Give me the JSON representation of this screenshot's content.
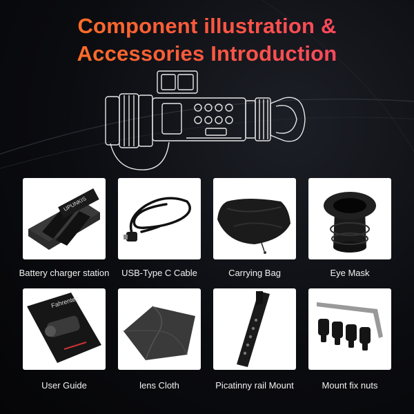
{
  "title": {
    "line1": "Component illustration &",
    "line2": "Accessories Introduction"
  },
  "accessories": [
    {
      "label": "Battery charger station",
      "icon": "battery-charger-icon",
      "brand": "UPUNKIS"
    },
    {
      "label": "USB-Type C Cable",
      "icon": "usb-cable-icon"
    },
    {
      "label": "Carrying Bag",
      "icon": "carrying-bag-icon"
    },
    {
      "label": "Eye Mask",
      "icon": "eye-mask-icon"
    },
    {
      "label": "User Guide",
      "icon": "user-guide-icon",
      "brand": "Fahrentec"
    },
    {
      "label": "lens Cloth",
      "icon": "lens-cloth-icon"
    },
    {
      "label": "Picatinny rail Mount",
      "icon": "rail-mount-icon"
    },
    {
      "label": "Mount fix nuts",
      "icon": "mount-nuts-icon"
    }
  ]
}
